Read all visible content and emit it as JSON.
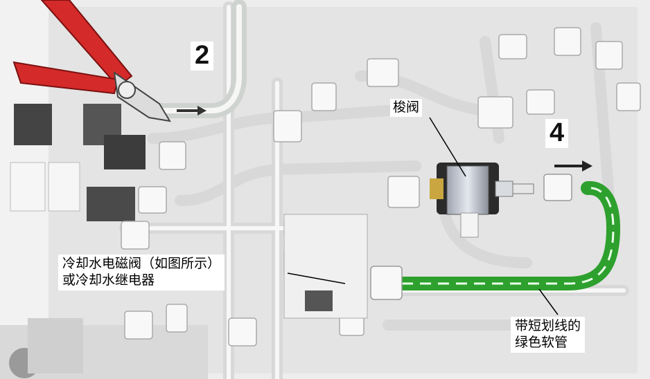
{
  "step_labels": {
    "step2": "2",
    "step4": "4"
  },
  "callouts": {
    "needle_valve": "梭阀",
    "solenoid": {
      "line1": "冷却水电磁阀（如图所示）",
      "line2": "或冷却水继电器"
    },
    "green_tube": {
      "line1": "带短划线的",
      "line2": "绿色软管"
    }
  },
  "colors": {
    "green_tube": "#2ea02e",
    "cutter_handle": "#d42a2a",
    "equipment": "#e2e2e2"
  },
  "icons": {
    "cutter": "wire-cutter-icon",
    "arrow": "right-arrow-icon"
  }
}
